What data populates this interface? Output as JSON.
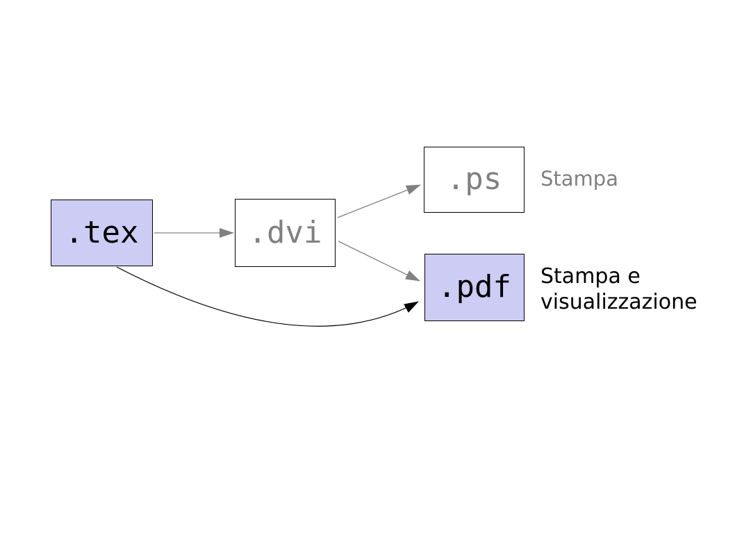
{
  "diagram": {
    "nodes": {
      "tex": {
        "label": ".tex",
        "fill": "#ccccf4",
        "text_color": "#000000"
      },
      "dvi": {
        "label": ".dvi",
        "fill": "#ffffff",
        "text_color": "#808080"
      },
      "ps": {
        "label": ".ps",
        "fill": "#ffffff",
        "text_color": "#808080"
      },
      "pdf": {
        "label": ".pdf",
        "fill": "#ccccf4",
        "text_color": "#000000"
      }
    },
    "annotations": {
      "ps_note": {
        "text": "Stampa",
        "color": "#808080"
      },
      "pdf_note": {
        "text": "Stampa e visualizzazione",
        "color": "#000000"
      }
    },
    "edges": [
      {
        "from": "tex",
        "to": "dvi",
        "style": "straight",
        "color": "#808080"
      },
      {
        "from": "dvi",
        "to": "ps",
        "style": "straight",
        "color": "#808080"
      },
      {
        "from": "dvi",
        "to": "pdf",
        "style": "straight",
        "color": "#808080"
      },
      {
        "from": "tex",
        "to": "pdf",
        "style": "curved",
        "color": "#000000"
      }
    ],
    "colors": {
      "highlight_fill": "#ccccf4",
      "box_border": "#000000",
      "gray": "#808080",
      "black": "#000000",
      "background": "#ffffff"
    }
  }
}
